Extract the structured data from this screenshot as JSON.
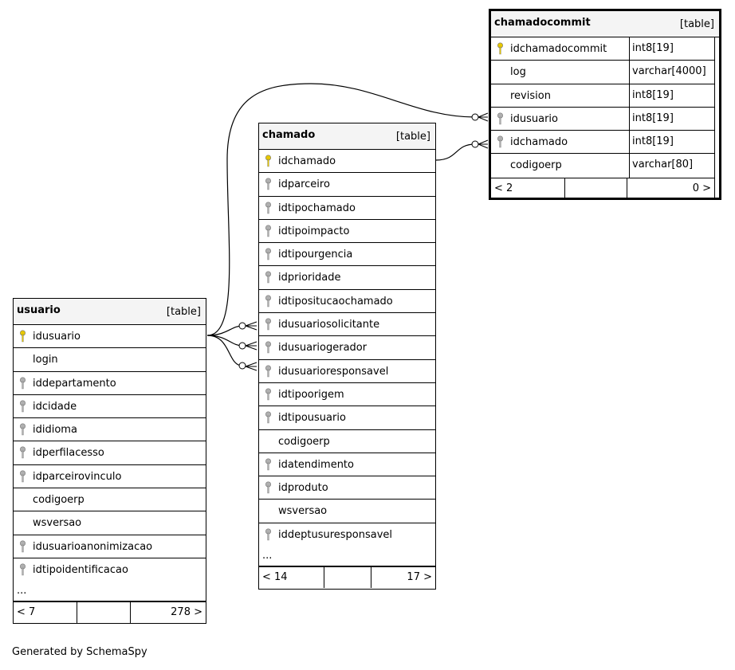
{
  "tables": {
    "chamadocommit": {
      "name": "chamadocommit",
      "type": "[table]",
      "columns": [
        {
          "name": "idchamadocommit",
          "datatype": "int8[19]",
          "key": "primary"
        },
        {
          "name": "log",
          "datatype": "varchar[4000]",
          "key": "none"
        },
        {
          "name": "revision",
          "datatype": "int8[19]",
          "key": "none"
        },
        {
          "name": "idusuario",
          "datatype": "int8[19]",
          "key": "foreign"
        },
        {
          "name": "idchamado",
          "datatype": "int8[19]",
          "key": "foreign"
        },
        {
          "name": "codigoerp",
          "datatype": "varchar[80]",
          "key": "none"
        }
      ],
      "nav_left": "< 2",
      "nav_right": "0 >"
    },
    "chamado": {
      "name": "chamado",
      "type": "[table]",
      "columns": [
        {
          "name": "idchamado",
          "key": "primary"
        },
        {
          "name": "idparceiro",
          "key": "foreign"
        },
        {
          "name": "idtipochamado",
          "key": "foreign"
        },
        {
          "name": "idtipoimpacto",
          "key": "foreign"
        },
        {
          "name": "idtipourgencia",
          "key": "foreign"
        },
        {
          "name": "idprioridade",
          "key": "foreign"
        },
        {
          "name": "idtipositucaochamado",
          "key": "foreign"
        },
        {
          "name": "idusuariosolicitante",
          "key": "foreign"
        },
        {
          "name": "idusuariogerador",
          "key": "foreign"
        },
        {
          "name": "idusuarioresponsavel",
          "key": "foreign"
        },
        {
          "name": "idtipoorigem",
          "key": "foreign"
        },
        {
          "name": "idtipousuario",
          "key": "foreign"
        },
        {
          "name": "codigoerp",
          "key": "none"
        },
        {
          "name": "idatendimento",
          "key": "foreign"
        },
        {
          "name": "idproduto",
          "key": "foreign"
        },
        {
          "name": "wsversao",
          "key": "none"
        },
        {
          "name": "iddeptusuresponsavel",
          "key": "foreign"
        }
      ],
      "ellipsis": "...",
      "nav_left": "< 14",
      "nav_right": "17 >"
    },
    "usuario": {
      "name": "usuario",
      "type": "[table]",
      "columns": [
        {
          "name": "idusuario",
          "key": "primary"
        },
        {
          "name": "login",
          "key": "none"
        },
        {
          "name": "iddepartamento",
          "key": "foreign"
        },
        {
          "name": "idcidade",
          "key": "foreign"
        },
        {
          "name": "ididioma",
          "key": "foreign"
        },
        {
          "name": "idperfilacesso",
          "key": "foreign"
        },
        {
          "name": "idparceirovinculo",
          "key": "foreign"
        },
        {
          "name": "codigoerp",
          "key": "none"
        },
        {
          "name": "wsversao",
          "key": "none"
        },
        {
          "name": "idusuarioanonimizacao",
          "key": "foreign"
        },
        {
          "name": "idtipoidentificacao",
          "key": "foreign"
        }
      ],
      "ellipsis": "...",
      "nav_left": "< 7",
      "nav_right": "278 >"
    }
  },
  "colors": {
    "primary_key": "#e8c800",
    "foreign_key": "#b0b0b0",
    "header_bg": "#f4f4f4"
  },
  "footer": "Generated by SchemaSpy"
}
